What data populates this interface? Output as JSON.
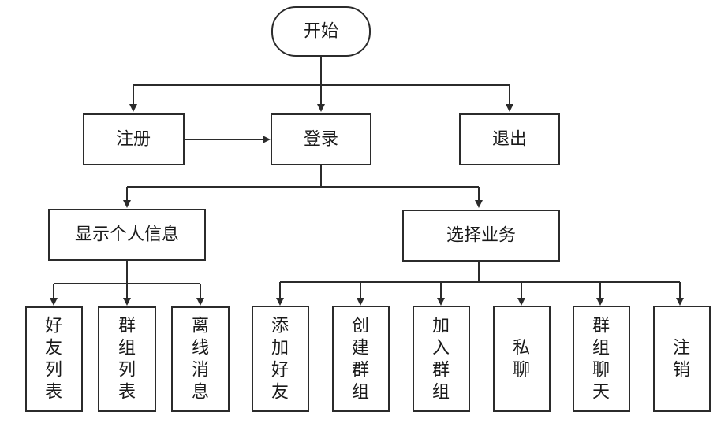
{
  "nodes": {
    "start": "开始",
    "register": "注册",
    "login": "登录",
    "exit": "退出",
    "show_info": "显示个人信息",
    "select_service": "选择业务",
    "friend_list": [
      "好",
      "友",
      "列",
      "表"
    ],
    "group_list": [
      "群",
      "组",
      "列",
      "表"
    ],
    "offline_msg": [
      "离",
      "线",
      "消",
      "息"
    ],
    "add_friend": [
      "添",
      "加",
      "好",
      "友"
    ],
    "create_group": [
      "创",
      "建",
      "群",
      "组"
    ],
    "join_group": [
      "加",
      "入",
      "群",
      "组"
    ],
    "private_chat": [
      "私",
      "聊"
    ],
    "group_chat": [
      "群",
      "组",
      "聊",
      "天"
    ],
    "logout": [
      "注",
      "销"
    ]
  },
  "colors": {
    "stroke": "#2b2b2b",
    "text": "#1a1a1a",
    "background": "#ffffff"
  }
}
